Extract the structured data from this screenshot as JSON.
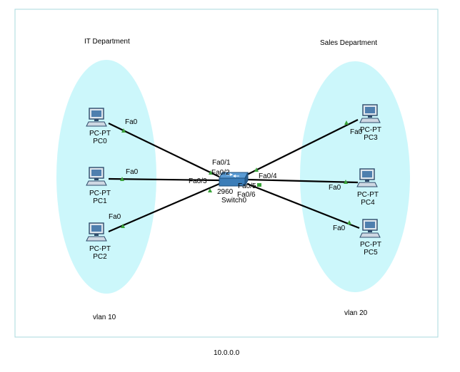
{
  "colors": {
    "zone_fill": "#ccf7fb",
    "frame_border": "#a8d8dd",
    "link": "#000000",
    "link_up": "#3aa33a",
    "switch_body": "#3b7db8"
  },
  "groups": {
    "it": {
      "title": "IT Department",
      "vlan": "vlan 10"
    },
    "sales": {
      "title": "Sales Department",
      "vlan": "vlan 20"
    }
  },
  "network_label": "10.0.0.0",
  "switch": {
    "model": "2960",
    "name": "Switch0",
    "icon": "switch-icon"
  },
  "pcs": [
    {
      "type": "PC-PT",
      "name": "PC0",
      "port": "Fa0",
      "switch_port": "Fa0/1",
      "icon": "pc-icon"
    },
    {
      "type": "PC-PT",
      "name": "PC1",
      "port": "Fa0",
      "switch_port": "Fa0/2",
      "icon": "pc-icon"
    },
    {
      "type": "PC-PT",
      "name": "PC2",
      "port": "Fa0",
      "switch_port": "Fa0/3",
      "icon": "pc-icon"
    },
    {
      "type": "PC-PT",
      "name": "PC3",
      "port": "Fa0",
      "switch_port": "Fa0/4",
      "icon": "pc-icon"
    },
    {
      "type": "PC-PT",
      "name": "PC4",
      "port": "Fa0",
      "switch_port": "Fa0/5",
      "icon": "pc-icon"
    },
    {
      "type": "PC-PT",
      "name": "PC5",
      "port": "Fa0",
      "switch_port": "Fa0/6",
      "icon": "pc-icon"
    }
  ]
}
